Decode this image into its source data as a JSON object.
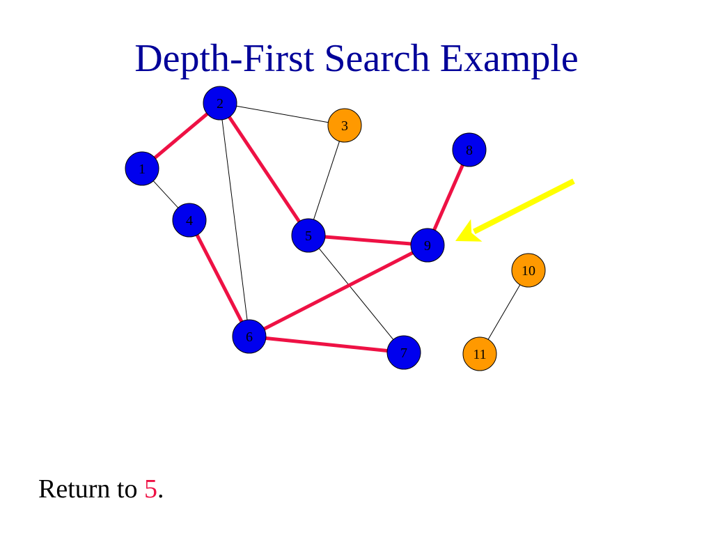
{
  "slide": {
    "title": "Depth-First Search Example",
    "caption": {
      "prefix": "Return to ",
      "highlight": "5",
      "suffix": "."
    }
  },
  "colors": {
    "title": "#000099",
    "visited_node": "#0000ee",
    "unvisited_node": "#ff9900",
    "tree_edge": "#ee1144",
    "plain_edge": "#000000",
    "arrow": "#ffff00",
    "caption_highlight": "#ee1144"
  },
  "graph": {
    "nodes": [
      {
        "id": "1",
        "label": "1",
        "state": "visited"
      },
      {
        "id": "2",
        "label": "2",
        "state": "visited"
      },
      {
        "id": "3",
        "label": "3",
        "state": "unvisited"
      },
      {
        "id": "4",
        "label": "4",
        "state": "visited"
      },
      {
        "id": "5",
        "label": "5",
        "state": "visited"
      },
      {
        "id": "6",
        "label": "6",
        "state": "visited"
      },
      {
        "id": "7",
        "label": "7",
        "state": "visited"
      },
      {
        "id": "8",
        "label": "8",
        "state": "visited"
      },
      {
        "id": "9",
        "label": "9",
        "state": "visited"
      },
      {
        "id": "10",
        "label": "10",
        "state": "unvisited"
      },
      {
        "id": "11",
        "label": "11",
        "state": "unvisited"
      }
    ],
    "edges": [
      {
        "from": "1",
        "to": "2",
        "type": "tree"
      },
      {
        "from": "2",
        "to": "5",
        "type": "tree"
      },
      {
        "from": "5",
        "to": "9",
        "type": "tree"
      },
      {
        "from": "9",
        "to": "8",
        "type": "tree"
      },
      {
        "from": "9",
        "to": "6",
        "type": "tree"
      },
      {
        "from": "6",
        "to": "4",
        "type": "tree"
      },
      {
        "from": "6",
        "to": "7",
        "type": "tree"
      },
      {
        "from": "2",
        "to": "3",
        "type": "plain"
      },
      {
        "from": "3",
        "to": "5",
        "type": "plain"
      },
      {
        "from": "1",
        "to": "4",
        "type": "plain"
      },
      {
        "from": "2",
        "to": "6",
        "type": "plain"
      },
      {
        "from": "5",
        "to": "7",
        "type": "plain"
      },
      {
        "from": "10",
        "to": "11",
        "type": "plain"
      }
    ],
    "pointer": {
      "points_to": "9",
      "icon": "yellow-arrow-icon"
    }
  }
}
